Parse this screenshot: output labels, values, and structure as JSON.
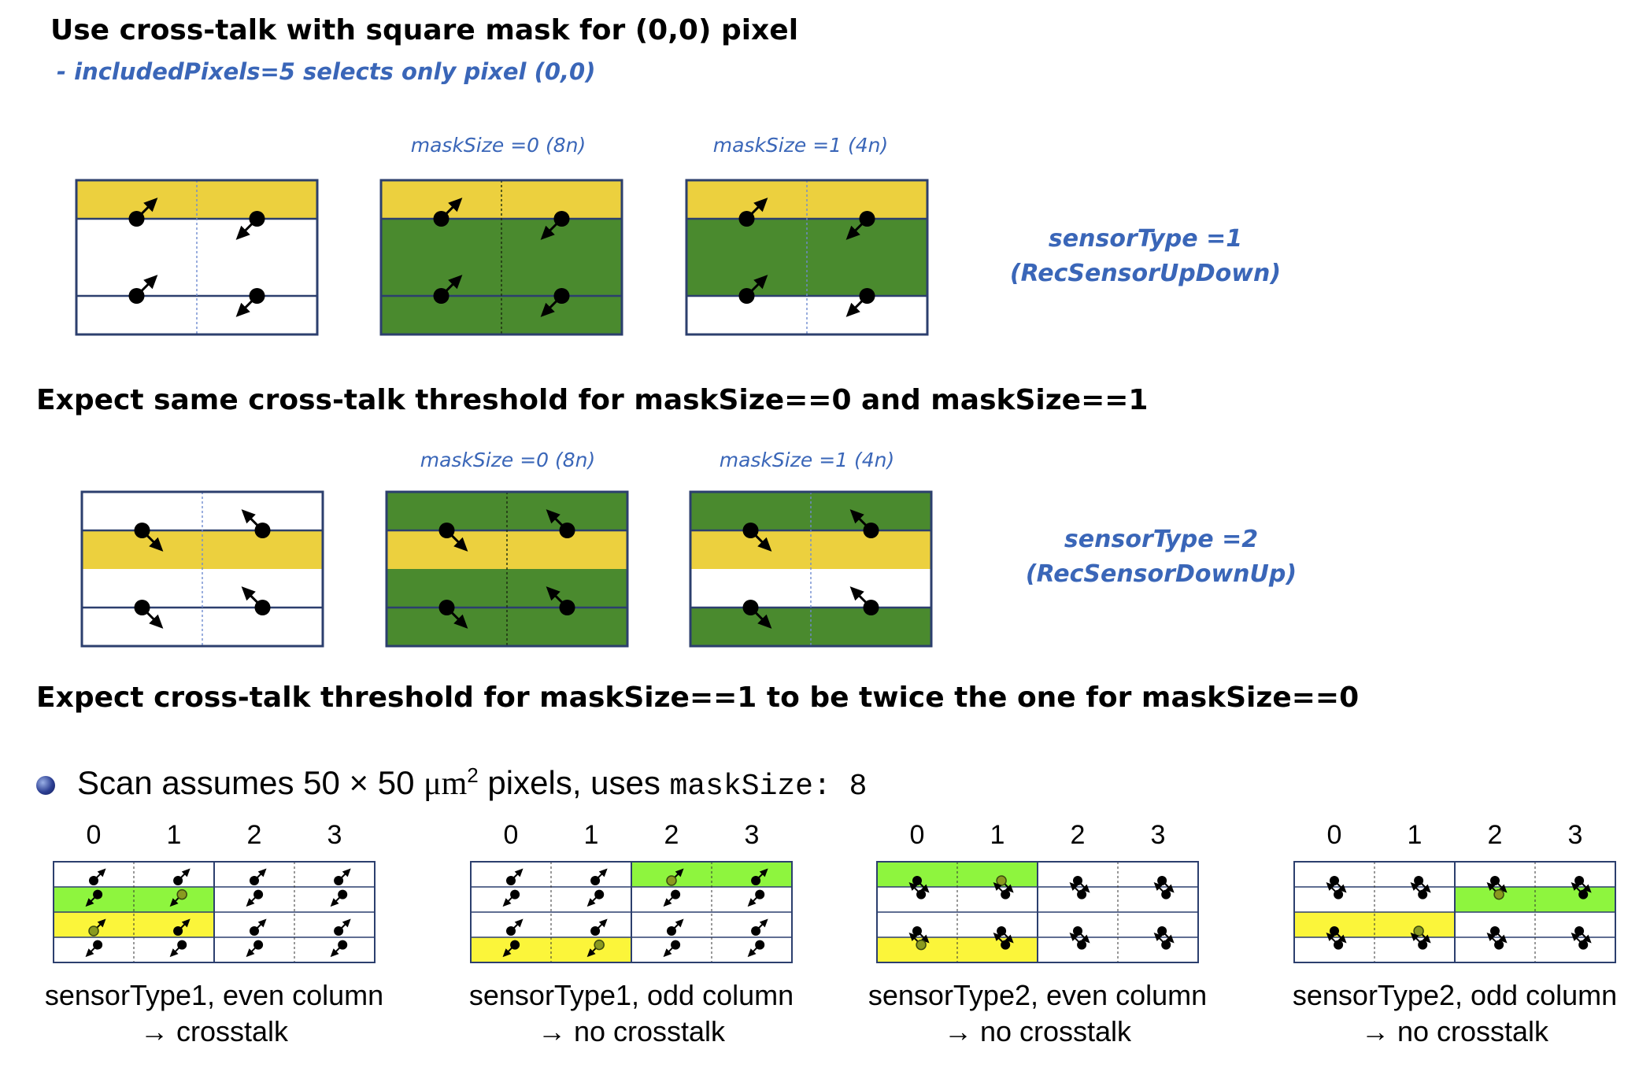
{
  "colors": {
    "yellow": "#ecd03e",
    "dark_green": "#4a8a2e",
    "bright_green": "#8ef53e",
    "bright_yellow": "#fbf53a",
    "grid_border": "#2c3f6e",
    "blue_text": "#3a66b8"
  },
  "heading_1": "Use cross-talk with square mask for (0,0) pixel",
  "subheading_1": "- includedPixels=5 selects only pixel (0,0)",
  "mask_label_8n": "maskSize =0 (8n)",
  "mask_label_4n": "maskSize =1 (4n)",
  "sensor1_label": {
    "line1": "sensorType =1",
    "line2": "(RecSensorUpDown)"
  },
  "heading_2": "Expect same cross-talk threshold for maskSize==0 and maskSize==1",
  "sensor2_label": {
    "line1": "sensorType =2",
    "line2": "(RecSensorDownUp)"
  },
  "heading_3": "Expect cross-talk threshold for maskSize==1 to be twice the one for maskSize==0",
  "bullet": {
    "pre": "Scan assumes 50 × 50 ",
    "unit": "μm",
    "sup": "2",
    "mid": " pixels, uses ",
    "code": "maskSize: 8"
  },
  "column_numbers": [
    "0",
    "1",
    "2",
    "3"
  ],
  "scan_captions": [
    {
      "line1": "sensorType1, even column",
      "line2": "→ crosstalk"
    },
    {
      "line1": "sensorType1, odd column",
      "line2": "→ no crosstalk"
    },
    {
      "line1": "sensorType2, even column",
      "line2": "→ no crosstalk"
    },
    {
      "line1": "sensorType2, odd column",
      "line2": "→ no crosstalk"
    }
  ],
  "diagrams": {
    "row1": [
      {
        "rows": [
          "yellow",
          "white",
          "white",
          "white"
        ],
        "dirs": [
          "ne",
          "sw",
          "ne",
          "sw"
        ]
      },
      {
        "rows": [
          "yellow",
          "green",
          "green",
          "green"
        ],
        "dirs": [
          "ne",
          "sw",
          "ne",
          "sw"
        ]
      },
      {
        "rows": [
          "yellow",
          "green",
          "green",
          "white"
        ],
        "dirs": [
          "ne",
          "sw",
          "ne",
          "sw"
        ]
      }
    ],
    "row2": [
      {
        "rows": [
          "white",
          "yellow",
          "white",
          "white"
        ],
        "dirs": [
          "se",
          "nw",
          "se",
          "nw"
        ]
      },
      {
        "rows": [
          "green",
          "yellow",
          "green",
          "green"
        ],
        "dirs": [
          "se",
          "nw",
          "se",
          "nw"
        ]
      },
      {
        "rows": [
          "green",
          "yellow",
          "white",
          "green"
        ],
        "dirs": [
          "se",
          "nw",
          "se",
          "nw"
        ]
      }
    ],
    "scan": [
      {
        "dirs": [
          "ne",
          "sw",
          "ne",
          "sw"
        ],
        "fills": [
          [
            1,
            0,
            2,
            "bright_green"
          ],
          [
            2,
            0,
            2,
            "bright_yellow"
          ]
        ],
        "olive": [
          [
            1,
            1
          ],
          [
            2,
            0
          ]
        ]
      },
      {
        "dirs": [
          "ne",
          "sw",
          "ne",
          "sw"
        ],
        "fills": [
          [
            0,
            2,
            2,
            "bright_green"
          ],
          [
            3,
            0,
            2,
            "bright_yellow"
          ]
        ],
        "olive": [
          [
            0,
            2
          ],
          [
            3,
            1
          ]
        ]
      },
      {
        "dirs": [
          "se",
          "nw",
          "se",
          "nw"
        ],
        "fills": [
          [
            0,
            0,
            2,
            "bright_green"
          ],
          [
            3,
            0,
            2,
            "bright_yellow"
          ]
        ],
        "olive": [
          [
            0,
            1
          ],
          [
            3,
            0
          ]
        ]
      },
      {
        "dirs": [
          "se",
          "nw",
          "se",
          "nw"
        ],
        "fills": [
          [
            1,
            2,
            2,
            "bright_green"
          ],
          [
            2,
            0,
            2,
            "bright_yellow"
          ]
        ],
        "olive": [
          [
            1,
            2
          ],
          [
            2,
            1
          ]
        ]
      }
    ]
  }
}
